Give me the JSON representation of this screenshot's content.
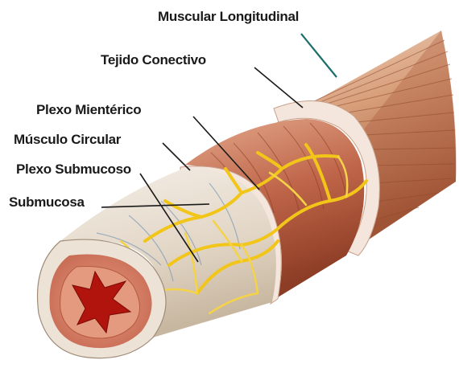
{
  "labels": {
    "muscular_longitudinal": "Muscular Longitudinal",
    "tejido_conectivo": "Tejido Conectivo",
    "plexo_mienterico": "Plexo Mientérico",
    "musculo_circular": "Músculo Circular",
    "plexo_submucoso": "Plexo Submucoso",
    "submucosa": "Submucosa"
  },
  "colors": {
    "outer_muscle": "#c98a64",
    "outer_muscle_dark": "#8f4a2c",
    "connective_band": "#f4e6dc",
    "circular_muscle": "#b4583c",
    "submucosa": "#e9e0d4",
    "nerve_plexus": "#f2c519",
    "mucosa": "#d26a56",
    "lumen": "#b0140c",
    "leader_line_teal": "#1c6f6a",
    "leader_line": "#1a1a1a"
  }
}
